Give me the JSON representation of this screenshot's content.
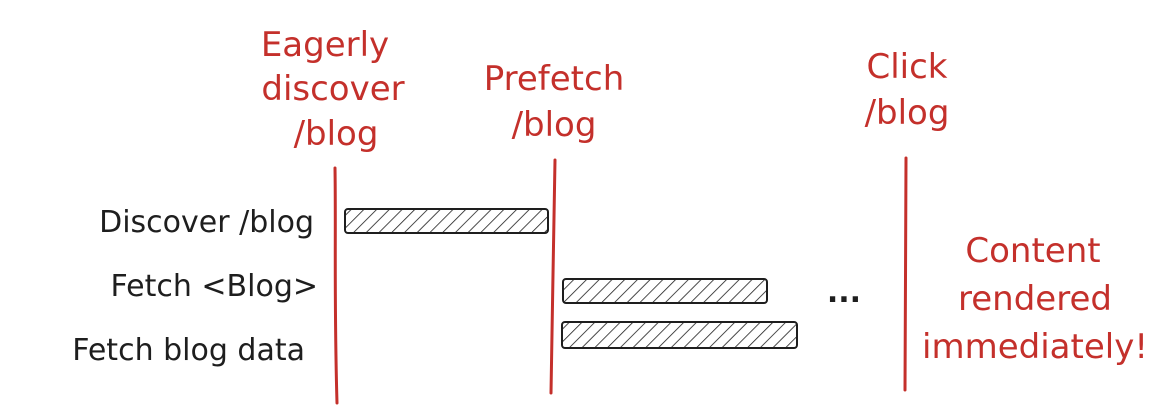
{
  "milestones": {
    "discover": [
      "Eagerly",
      "discover",
      "/blog"
    ],
    "prefetch": [
      "Prefetch",
      "/blog"
    ],
    "click": [
      "Click",
      "/blog"
    ]
  },
  "tasks": [
    {
      "label": "Discover /blog"
    },
    {
      "label": "Fetch <Blog>"
    },
    {
      "label": "Fetch blog data"
    }
  ],
  "ellipsis": "...",
  "outcome": [
    "Content",
    "rendered",
    "immediately!"
  ],
  "colors": {
    "accent": "#c4302b",
    "ink": "#1e1e1e",
    "background": "#ffffff"
  }
}
